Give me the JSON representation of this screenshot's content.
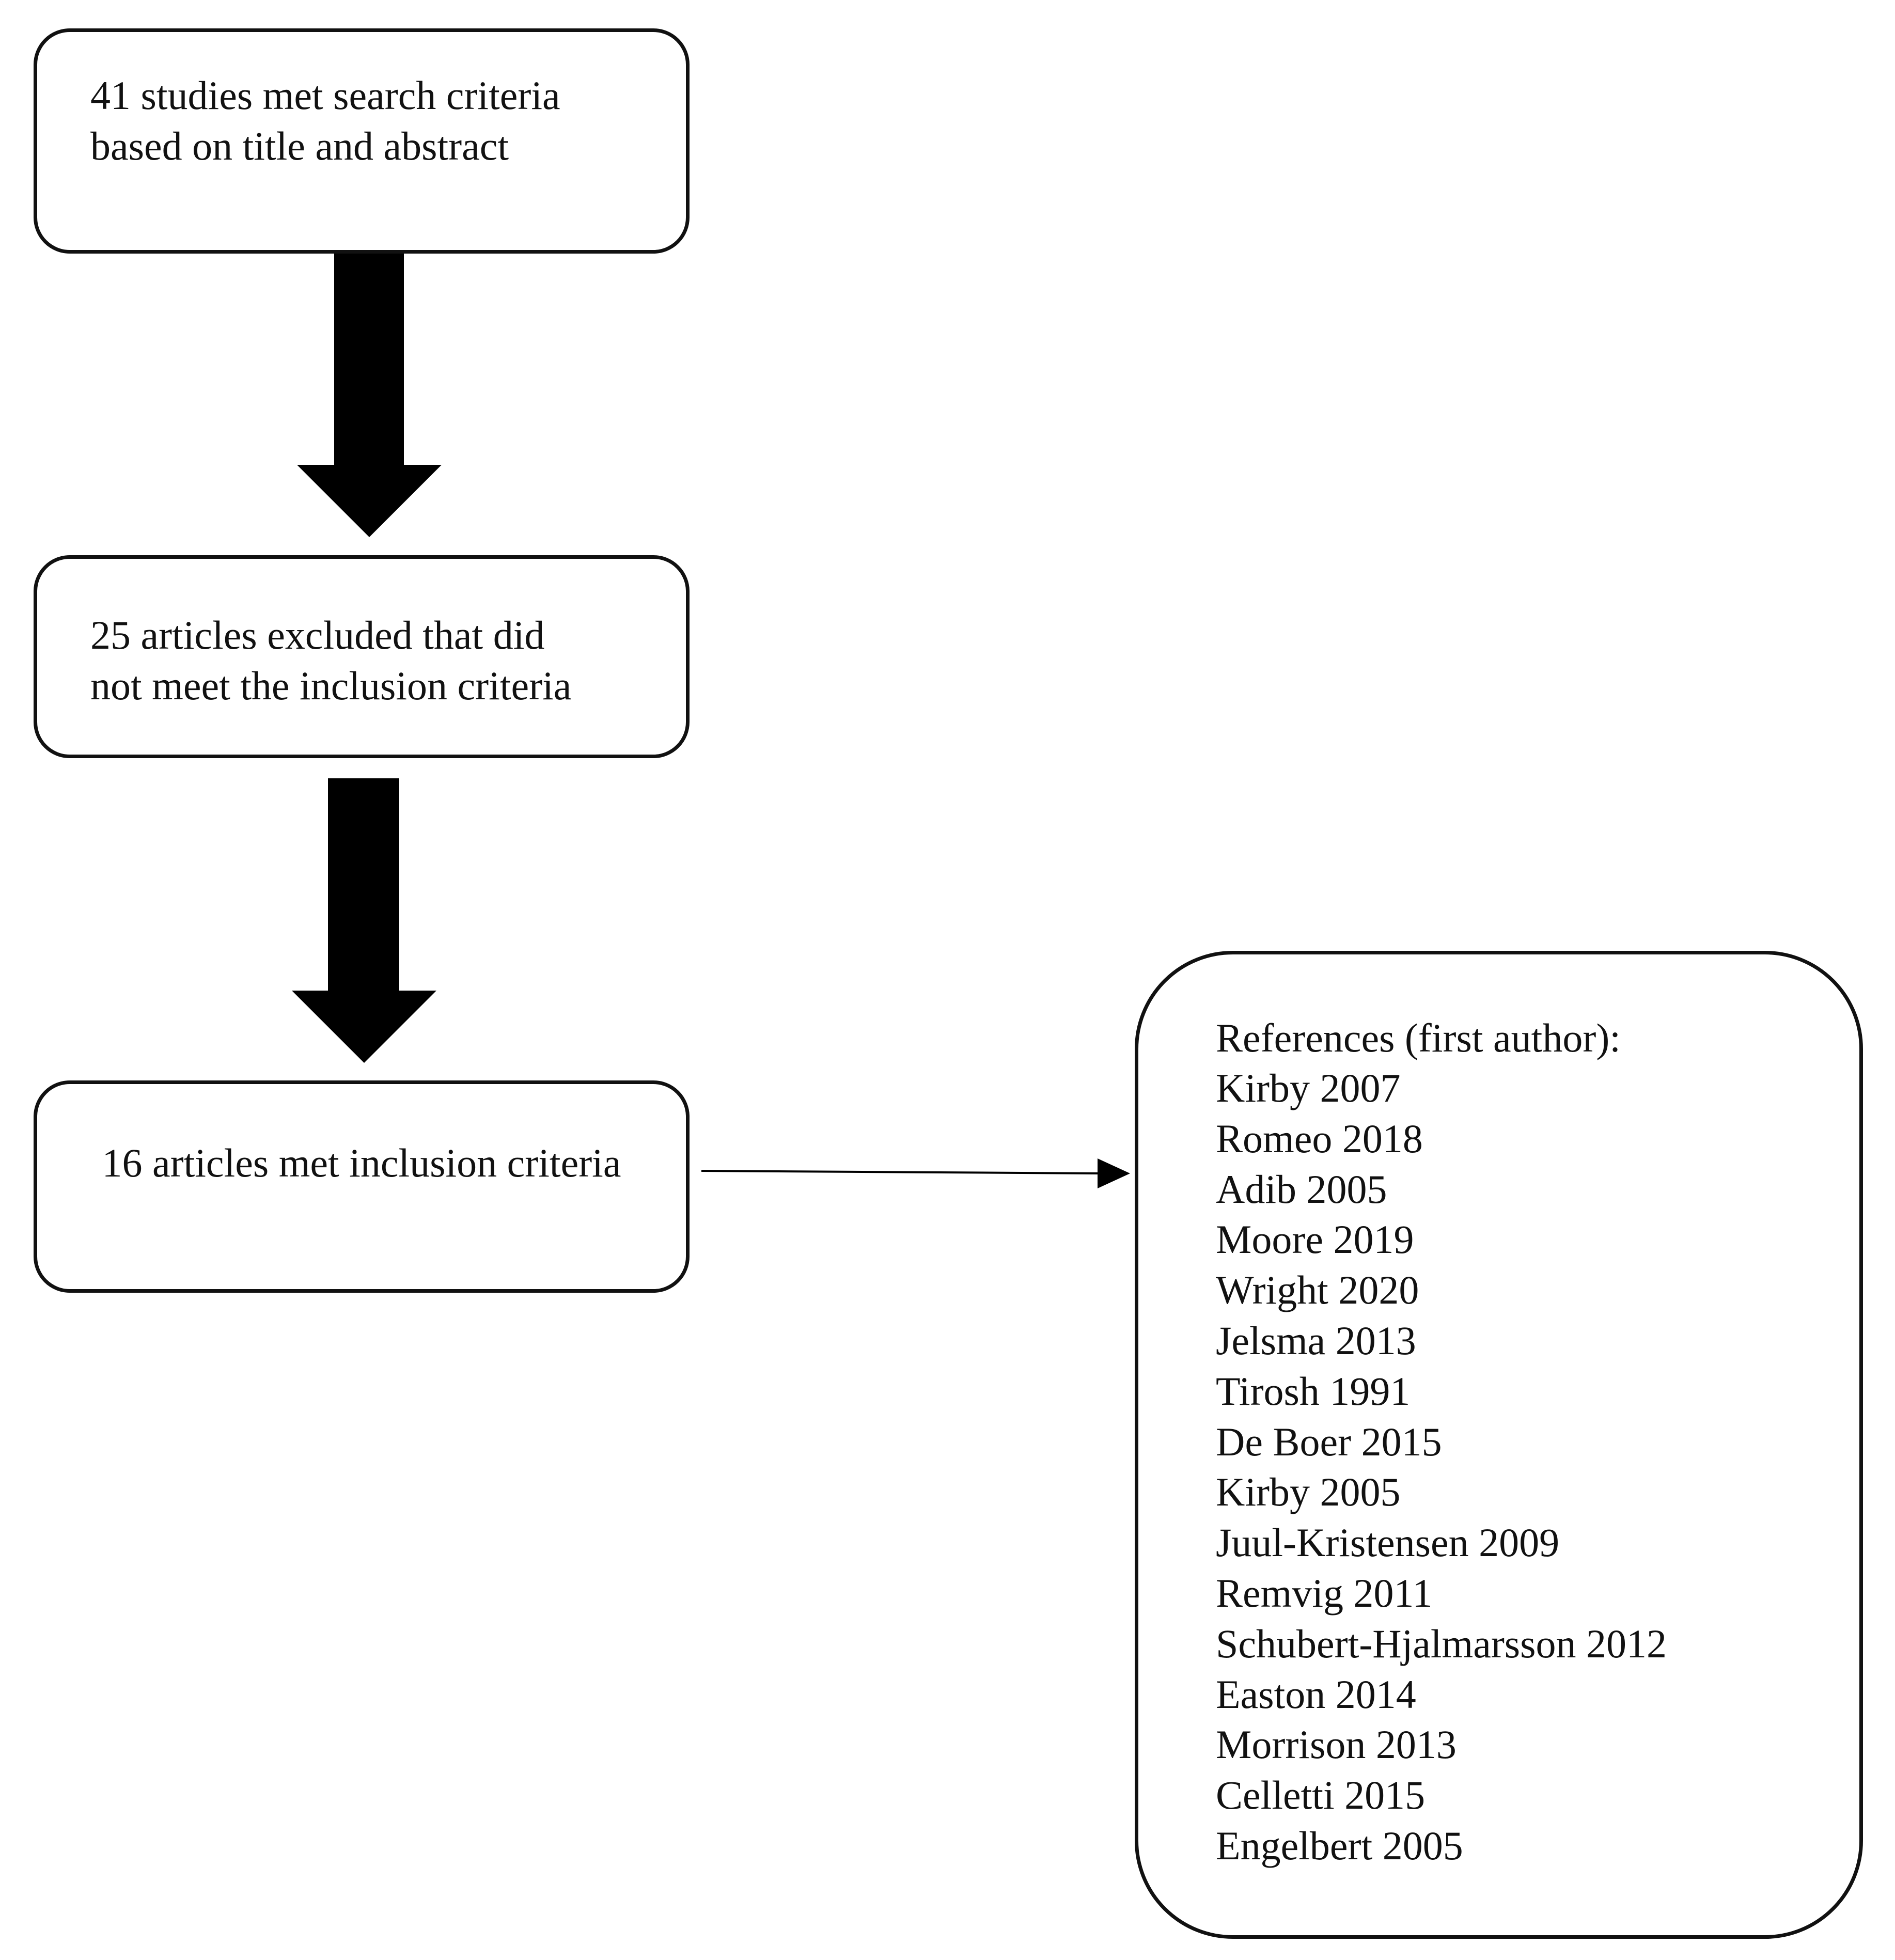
{
  "flowchart": {
    "steps": [
      {
        "text": "41 studies met search criteria\nbased on title and abstract"
      },
      {
        "text": "25 articles excluded that did\nnot meet the inclusion criteria"
      },
      {
        "text": "16 articles met inclusion criteria"
      }
    ],
    "references": {
      "heading": "References (first author):",
      "items": [
        "Kirby 2007",
        "Romeo 2018",
        "Adib 2005",
        "Moore 2019",
        "Wright 2020",
        "Jelsma 2013",
        "Tirosh 1991",
        "De Boer 2015",
        "Kirby 2005",
        "Juul-Kristensen 2009",
        "Remvig 2011",
        "Schubert-Hjalmarsson 2012",
        "Easton 2014",
        "Morrison 2013",
        "Celletti 2015",
        "Engelbert 2005"
      ]
    }
  }
}
